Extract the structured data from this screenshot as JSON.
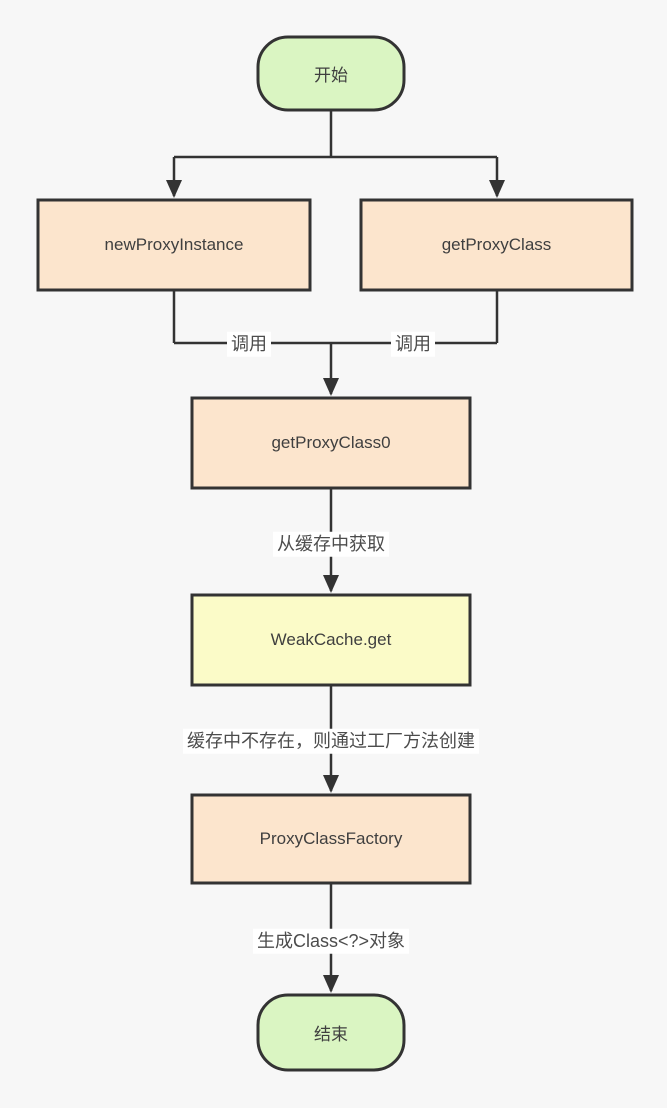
{
  "colors": {
    "background": "#f7f7f7",
    "line": "#333333",
    "border": "#333333",
    "terminal_fill": "#daf5c2",
    "process_fill": "#fce5cd",
    "cache_fill": "#fbfbc8",
    "node_text": "#3f3f3f",
    "edge_label_text": "#4c4c4c",
    "edge_label_bg": "#ffffff"
  },
  "nodes": {
    "start": {
      "label": "开始"
    },
    "new_proxy_instance": {
      "label": "newProxyInstance"
    },
    "get_proxy_class": {
      "label": "getProxyClass"
    },
    "get_proxy_class0": {
      "label": "getProxyClass0"
    },
    "weak_cache_get": {
      "label": "WeakCache.get"
    },
    "proxy_class_factory": {
      "label": "ProxyClassFactory"
    },
    "end": {
      "label": "结束"
    }
  },
  "edge_labels": {
    "call_left": "调用",
    "call_right": "调用",
    "from_cache": "从缓存中获取",
    "not_in_cache": "缓存中不存在，则通过工厂方法创建",
    "generate_class": "生成Class<?>对象"
  }
}
